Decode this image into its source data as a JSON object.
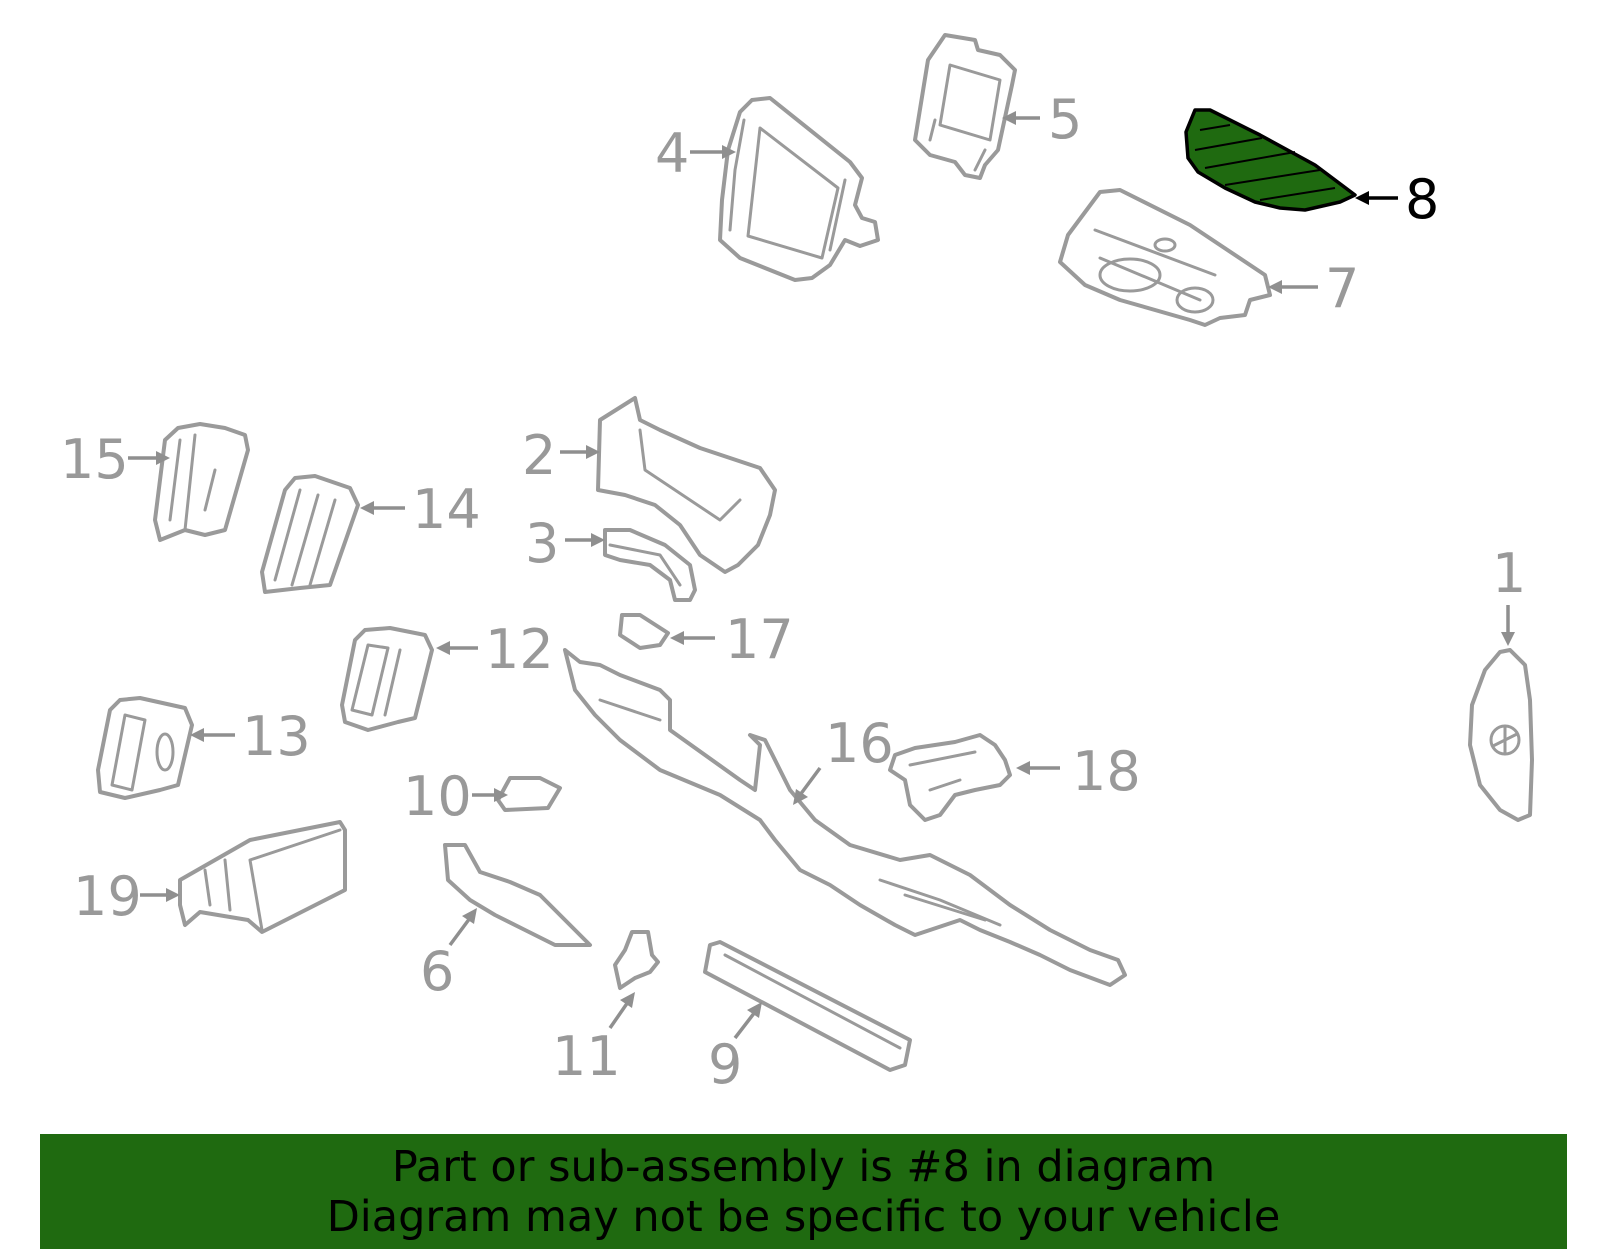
{
  "diagram": {
    "highlighted_part": "8",
    "highlight_color": "#1f6a10",
    "callouts": [
      "1",
      "2",
      "3",
      "4",
      "5",
      "6",
      "7",
      "8",
      "9",
      "10",
      "11",
      "12",
      "13",
      "14",
      "15",
      "16",
      "17",
      "18",
      "19"
    ]
  },
  "banner": {
    "line1": "Part or sub-assembly is #8 in diagram",
    "line2": "Diagram may not be specific to your vehicle",
    "background": "#1f6a10"
  }
}
